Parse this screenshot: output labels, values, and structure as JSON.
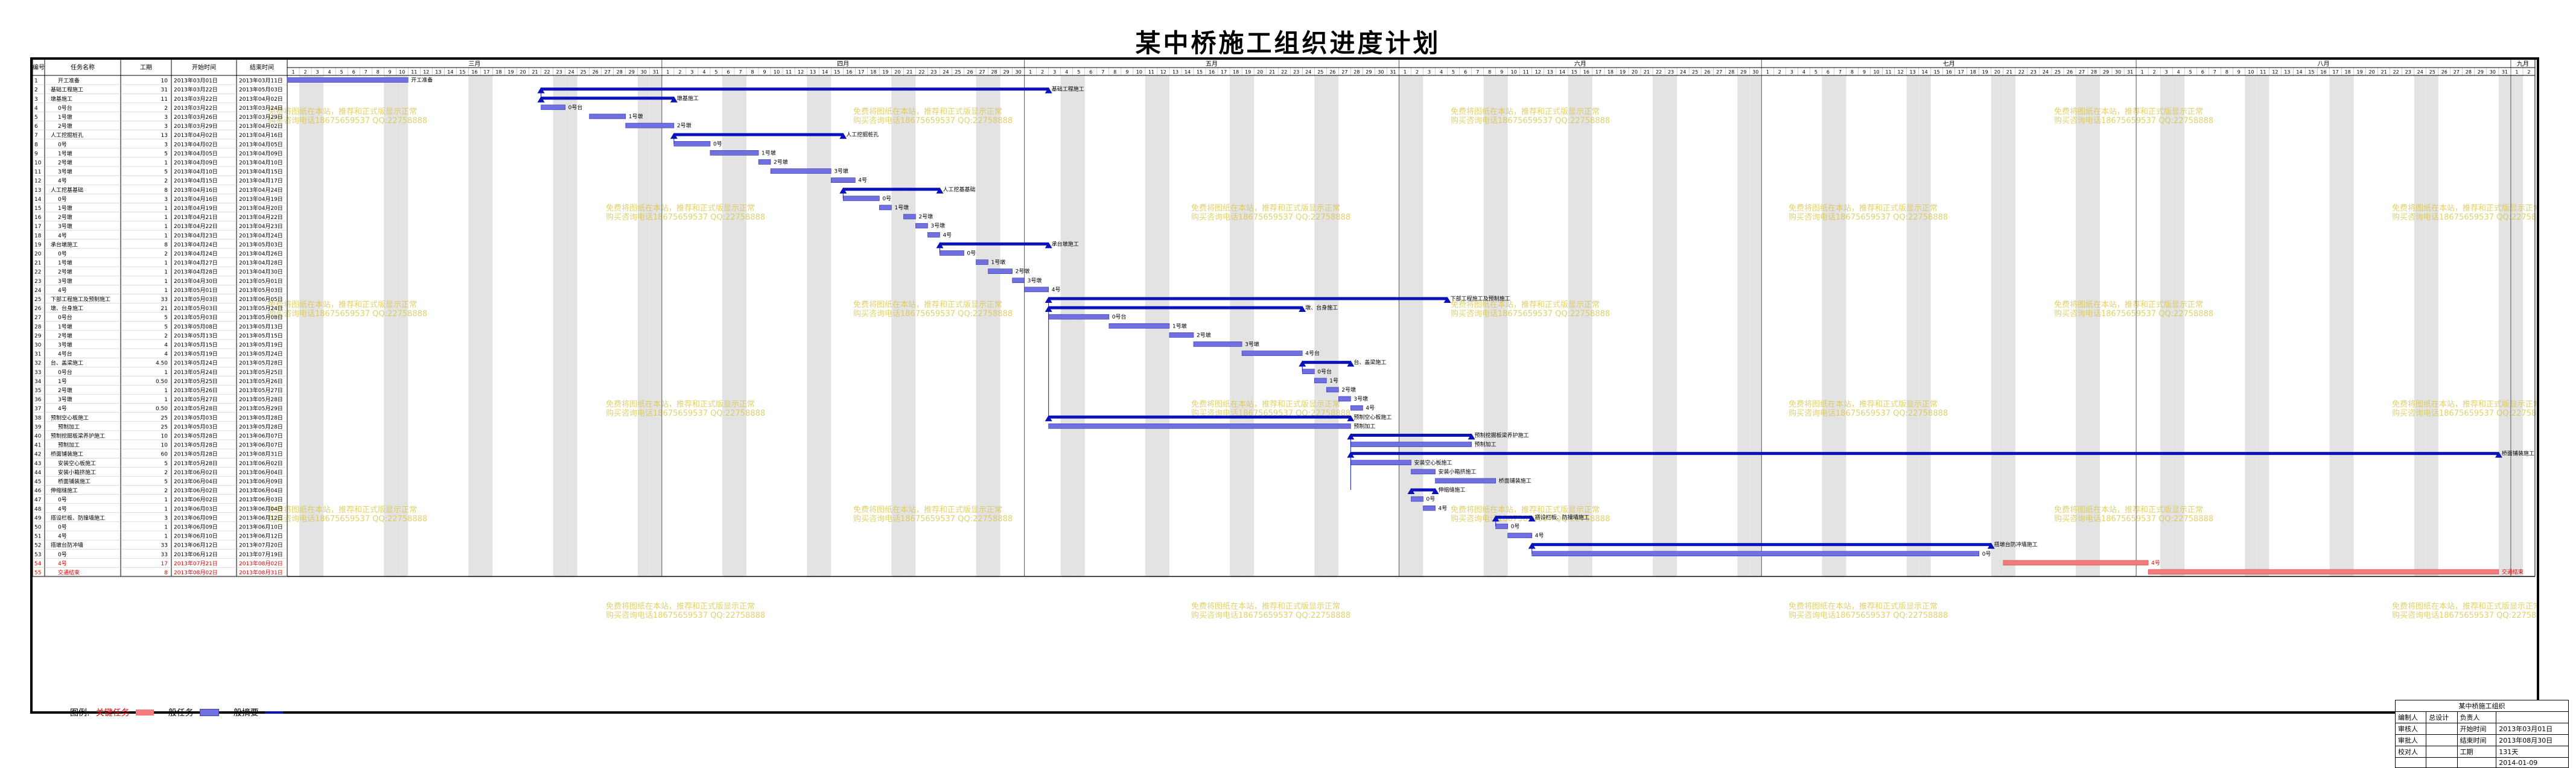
{
  "title": "某中桥施工组织进度计划",
  "watermark": {
    "line1": "免费将图纸在本站，推荐和正式版显示正常",
    "line2": "购买咨询电话18675659537 QQ:22758888"
  },
  "headers": {
    "id": "编号",
    "name": "任务名称",
    "duration": "工期",
    "start": "开始时间",
    "end": "结束时间"
  },
  "months": [
    {
      "label": "三月",
      "days": 31
    },
    {
      "label": "四月",
      "days": 30
    },
    {
      "label": "五月",
      "days": 31
    },
    {
      "label": "六月",
      "days": 30
    },
    {
      "label": "七月",
      "days": 31
    },
    {
      "label": "八月",
      "days": 31
    },
    {
      "label": "九月",
      "days": 2
    }
  ],
  "colors": {
    "critical": "#f27c7c",
    "normal": "#7070e0",
    "summary": "#0a12b8",
    "critical_text": "#e00000",
    "weekend": "#e3e3e3",
    "watermark": "#d8c23a"
  },
  "legend": {
    "label": "图例:",
    "critical": "关键任务",
    "normal": "一般任务",
    "summary": "一般摘要"
  },
  "chart_data": {
    "type": "gantt",
    "timeline_start": "2013-03-01",
    "timeline_end": "2013-09-02",
    "tasks": [
      {
        "id": "1",
        "name": "开工准备",
        "dur": "10",
        "start": "2013年03月01日",
        "end": "2013年03月11日",
        "kind": "normal",
        "label": "开工准备"
      },
      {
        "id": "2",
        "name": "基础工程施工",
        "dur": "31",
        "start": "2013年03月22日",
        "end": "2013年05月03日",
        "kind": "summary",
        "label": "基础工程施工"
      },
      {
        "id": "3",
        "name": "墩基施工",
        "dur": "11",
        "start": "2013年03月22日",
        "end": "2013年04月02日",
        "kind": "summary",
        "label": "墩基施工"
      },
      {
        "id": "4",
        "name": "0号台",
        "dur": "2",
        "start": "2013年03月22日",
        "end": "2013年03月24日",
        "kind": "normal",
        "label": "0号台"
      },
      {
        "id": "5",
        "name": "1号墩",
        "dur": "3",
        "start": "2013年03月26日",
        "end": "2013年03月29日",
        "kind": "normal",
        "label": "1号墩"
      },
      {
        "id": "6",
        "name": "2号墩",
        "dur": "3",
        "start": "2013年03月29日",
        "end": "2013年04月02日",
        "kind": "normal",
        "label": "2号墩"
      },
      {
        "id": "7",
        "name": "人工挖掘桩孔",
        "dur": "13",
        "start": "2013年04月02日",
        "end": "2013年04月16日",
        "kind": "summary",
        "label": "人工挖掘桩孔"
      },
      {
        "id": "8",
        "name": "0号",
        "dur": "3",
        "start": "2013年04月02日",
        "end": "2013年04月05日",
        "kind": "normal",
        "label": "0号"
      },
      {
        "id": "9",
        "name": "1号墩",
        "dur": "5",
        "start": "2013年04月05日",
        "end": "2013年04月09日",
        "kind": "normal",
        "label": "1号墩"
      },
      {
        "id": "10",
        "name": "2号墩",
        "dur": "1",
        "start": "2013年04月09日",
        "end": "2013年04月10日",
        "kind": "normal",
        "label": "2号墩"
      },
      {
        "id": "11",
        "name": "3号墩",
        "dur": "5",
        "start": "2013年04月10日",
        "end": "2013年04月15日",
        "kind": "normal",
        "label": "3号墩"
      },
      {
        "id": "12",
        "name": "4号",
        "dur": "2",
        "start": "2013年04月15日",
        "end": "2013年04月17日",
        "kind": "normal",
        "label": "4号"
      },
      {
        "id": "13",
        "name": "人工挖基基础",
        "dur": "8",
        "start": "2013年04月16日",
        "end": "2013年04月24日",
        "kind": "summary",
        "label": "人工挖基基础"
      },
      {
        "id": "14",
        "name": "0号",
        "dur": "3",
        "start": "2013年04月16日",
        "end": "2013年04月19日",
        "kind": "normal",
        "label": "0号"
      },
      {
        "id": "15",
        "name": "1号墩",
        "dur": "1",
        "start": "2013年04月19日",
        "end": "2013年04月20日",
        "kind": "normal",
        "label": "1号墩"
      },
      {
        "id": "16",
        "name": "2号墩",
        "dur": "1",
        "start": "2013年04月21日",
        "end": "2013年04月22日",
        "kind": "normal",
        "label": "2号墩"
      },
      {
        "id": "17",
        "name": "3号墩",
        "dur": "1",
        "start": "2013年04月22日",
        "end": "2013年04月23日",
        "kind": "normal",
        "label": "3号墩"
      },
      {
        "id": "18",
        "name": "4号",
        "dur": "1",
        "start": "2013年04月23日",
        "end": "2013年04月24日",
        "kind": "normal",
        "label": "4号"
      },
      {
        "id": "19",
        "name": "承台墩施工",
        "dur": "8",
        "start": "2013年04月24日",
        "end": "2013年05月03日",
        "kind": "summary",
        "label": "承台墩施工"
      },
      {
        "id": "20",
        "name": "0号",
        "dur": "2",
        "start": "2013年04月24日",
        "end": "2013年04月26日",
        "kind": "normal",
        "label": "0号"
      },
      {
        "id": "21",
        "name": "1号墩",
        "dur": "1",
        "start": "2013年04月27日",
        "end": "2013年04月28日",
        "kind": "normal",
        "label": "1号墩"
      },
      {
        "id": "22",
        "name": "2号墩",
        "dur": "1",
        "start": "2013年04月28日",
        "end": "2013年04月30日",
        "kind": "normal",
        "label": "2号墩"
      },
      {
        "id": "23",
        "name": "3号墩",
        "dur": "1",
        "start": "2013年04月30日",
        "end": "2013年05月01日",
        "kind": "normal",
        "label": "3号墩"
      },
      {
        "id": "24",
        "name": "4号",
        "dur": "1",
        "start": "2013年05月01日",
        "end": "2013年05月03日",
        "kind": "normal",
        "label": "4号"
      },
      {
        "id": "25",
        "name": "下部工程施工及预制施工",
        "dur": "33",
        "start": "2013年05月03日",
        "end": "2013年06月05日",
        "kind": "summary",
        "label": "下部工程施工及预制施工"
      },
      {
        "id": "26",
        "name": "墩、台身施工",
        "dur": "21",
        "start": "2013年05月03日",
        "end": "2013年05月24日",
        "kind": "summary",
        "label": "墩、台身施工"
      },
      {
        "id": "27",
        "name": "0号台",
        "dur": "5",
        "start": "2013年05月03日",
        "end": "2013年05月08日",
        "kind": "normal",
        "label": "0号台"
      },
      {
        "id": "28",
        "name": "1号墩",
        "dur": "5",
        "start": "2013年05月08日",
        "end": "2013年05月13日",
        "kind": "normal",
        "label": "1号墩"
      },
      {
        "id": "29",
        "name": "2号墩",
        "dur": "2",
        "start": "2013年05月13日",
        "end": "2013年05月15日",
        "kind": "normal",
        "label": "2号墩"
      },
      {
        "id": "30",
        "name": "3号墩",
        "dur": "4",
        "start": "2013年05月15日",
        "end": "2013年05月19日",
        "kind": "normal",
        "label": "3号墩"
      },
      {
        "id": "31",
        "name": "4号台",
        "dur": "4",
        "start": "2013年05月19日",
        "end": "2013年05月24日",
        "kind": "normal",
        "label": "4号台"
      },
      {
        "id": "32",
        "name": "台、盖梁施工",
        "dur": "4.50",
        "start": "2013年05月24日",
        "end": "2013年05月28日",
        "kind": "summary",
        "label": "台、盖梁施工"
      },
      {
        "id": "33",
        "name": "0号台",
        "dur": "1",
        "start": "2013年05月24日",
        "end": "2013年05月25日",
        "kind": "normal",
        "label": "0号台"
      },
      {
        "id": "34",
        "name": "1号",
        "dur": "0.50",
        "start": "2013年05月25日",
        "end": "2013年05月26日",
        "kind": "normal",
        "label": "1号"
      },
      {
        "id": "35",
        "name": "2号墩",
        "dur": "1",
        "start": "2013年05月26日",
        "end": "2013年05月27日",
        "kind": "normal",
        "label": "2号墩"
      },
      {
        "id": "36",
        "name": "3号墩",
        "dur": "1",
        "start": "2013年05月27日",
        "end": "2013年05月28日",
        "kind": "normal",
        "label": "3号墩"
      },
      {
        "id": "37",
        "name": "4号",
        "dur": "0.50",
        "start": "2013年05月28日",
        "end": "2013年05月29日",
        "kind": "normal",
        "label": "4号"
      },
      {
        "id": "38",
        "name": "预制空心板施工",
        "dur": "25",
        "start": "2013年05月03日",
        "end": "2013年05月28日",
        "kind": "summary",
        "label": "预制空心板施工"
      },
      {
        "id": "39",
        "name": "预制加工",
        "dur": "25",
        "start": "2013年05月03日",
        "end": "2013年05月28日",
        "kind": "normal",
        "label": "预制加工"
      },
      {
        "id": "40",
        "name": "预制挖掘板梁养护施工",
        "dur": "10",
        "start": "2013年05月28日",
        "end": "2013年06月07日",
        "kind": "summary",
        "label": "预制挖掘板梁养护施工"
      },
      {
        "id": "41",
        "name": "预制加工",
        "dur": "10",
        "start": "2013年05月28日",
        "end": "2013年06月07日",
        "kind": "normal",
        "label": "预制加工"
      },
      {
        "id": "42",
        "name": "桥面铺装施工",
        "dur": "60",
        "start": "2013年05月28日",
        "end": "2013年08月31日",
        "kind": "summary",
        "label": "桥面铺装施工"
      },
      {
        "id": "43",
        "name": "安装空心板施工",
        "dur": "5",
        "start": "2013年05月28日",
        "end": "2013年06月02日",
        "kind": "normal",
        "label": "安装空心板施工"
      },
      {
        "id": "44",
        "name": "安装小箱挤施工",
        "dur": "2",
        "start": "2013年06月02日",
        "end": "2013年06月04日",
        "kind": "normal",
        "label": "安装小箱挤施工"
      },
      {
        "id": "45",
        "name": "桥面铺装施工",
        "dur": "5",
        "start": "2013年06月04日",
        "end": "2013年06月09日",
        "kind": "normal",
        "label": "桥面铺装施工"
      },
      {
        "id": "46",
        "name": "伸缩缝施工",
        "dur": "2",
        "start": "2013年06月02日",
        "end": "2013年06月04日",
        "kind": "summary",
        "label": "伸缩缝施工"
      },
      {
        "id": "47",
        "name": "0号",
        "dur": "1",
        "start": "2013年06月02日",
        "end": "2013年06月03日",
        "kind": "normal",
        "label": "0号"
      },
      {
        "id": "48",
        "name": "4号",
        "dur": "1",
        "start": "2013年06月03日",
        "end": "2013年06月04日",
        "kind": "normal",
        "label": "4号"
      },
      {
        "id": "49",
        "name": "搭设栏板、防撞墙施工",
        "dur": "3",
        "start": "2013年06月09日",
        "end": "2013年06月12日",
        "kind": "summary",
        "label": "搭设栏板、防撞墙施工"
      },
      {
        "id": "50",
        "name": "0号",
        "dur": "1",
        "start": "2013年06月09日",
        "end": "2013年06月10日",
        "kind": "normal",
        "label": "0号"
      },
      {
        "id": "51",
        "name": "4号",
        "dur": "1",
        "start": "2013年06月10日",
        "end": "2013年06月12日",
        "kind": "normal",
        "label": "4号"
      },
      {
        "id": "52",
        "name": "搭墩台防冲墙",
        "dur": "33",
        "start": "2013年06月12日",
        "end": "2013年07月20日",
        "kind": "summary",
        "label": "搭墩台防冲墙施工"
      },
      {
        "id": "53",
        "name": "0号",
        "dur": "33",
        "start": "2013年06月12日",
        "end": "2013年07月19日",
        "kind": "normal",
        "label": "0号"
      },
      {
        "id": "54",
        "name": "4号",
        "dur": "17",
        "start": "2013年07月21日",
        "end": "2013年08月02日",
        "kind": "critical",
        "label": "4号"
      },
      {
        "id": "55",
        "name": "交通结束",
        "dur": "8",
        "start": "2013年08月02日",
        "end": "2013年08月31日",
        "kind": "critical",
        "label": "交通结束"
      }
    ]
  },
  "info": {
    "title": "某中桥施工组织",
    "rows": [
      [
        "编制人",
        "总设计",
        "负责人",
        ""
      ],
      [
        "审核人",
        "",
        "开始时间",
        "2013年03月01日"
      ],
      [
        "审批人",
        "",
        "结束时间",
        "2013年08月30日"
      ],
      [
        "校对人",
        "",
        "工期",
        "131天"
      ],
      [
        "",
        "",
        "",
        "2014-01-09"
      ]
    ]
  }
}
